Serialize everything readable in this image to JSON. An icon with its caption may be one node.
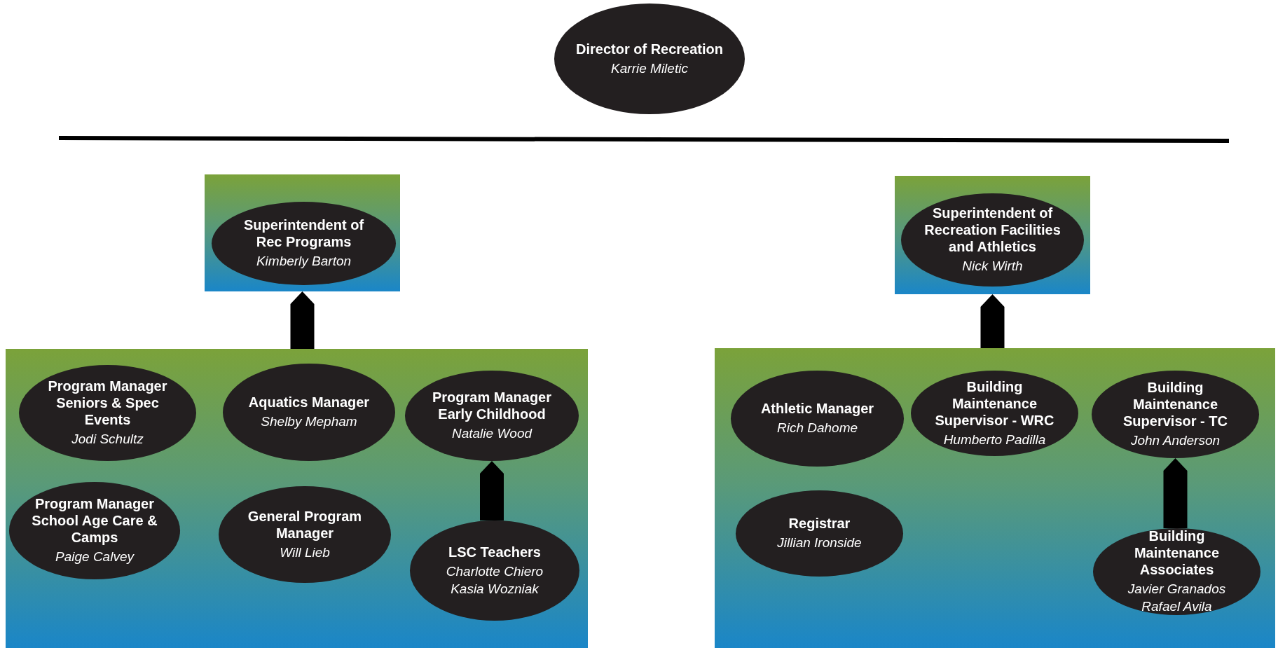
{
  "diagram": {
    "nodes": [
      {
        "text": [
          "Director of Recreation",
          "Karrie Miletic"
        ]
      },
      {
        "text": [],
        "shape": "box"
      },
      {
        "text": [
          "Superintendent of Rec Programs",
          "Kimberly Barton"
        ],
        "in": 1
      },
      {
        "text": [],
        "shape": "box"
      },
      {
        "text": [
          "Superintendent of Recreation Facilities and Athletics",
          "Nick Wirth"
        ],
        "in": 3
      },
      {
        "text": [],
        "shape": "box"
      },
      {
        "text": [
          "Program Manager Seniors & Spec Events",
          "Jodi Schultz"
        ],
        "in": 5
      },
      {
        "text": [
          "Aquatics Manager",
          "Shelby Mepham"
        ],
        "in": 5
      },
      {
        "text": [
          "Program Manager Early Childhood",
          "Natalie Wood"
        ],
        "in": 5
      },
      {
        "text": [
          "Program Manager School Age Care & Camps",
          "Paige Calvey"
        ],
        "in": 5
      },
      {
        "text": [
          "General Program Manager",
          "Will Lieb"
        ],
        "in": 5
      },
      {
        "text": [
          "LSC Teachers",
          "Charlotte Chiero",
          "Kasia Wozniak"
        ],
        "in": 5
      },
      {
        "text": [],
        "shape": "box"
      },
      {
        "text": [
          "Athletic Manager",
          "Rich Dahome"
        ],
        "in": 12
      },
      {
        "text": [
          "Building Maintenance Supervisor - WRC",
          "Humberto Padilla"
        ],
        "in": 12
      },
      {
        "text": [
          "Building Maintenance Supervisor - TC",
          "John Anderson"
        ],
        "in": 12
      },
      {
        "text": [
          "Registrar",
          "Jillian Ironside"
        ],
        "in": 12
      },
      {
        "text": [
          "Building Maintenance Associates",
          "Javier Granados",
          "Rafael Avila"
        ],
        "in": 12
      }
    ],
    "edges": [
      {
        "from": 5,
        "to": 1,
        "arrow": "to"
      },
      {
        "from": 12,
        "to": 3,
        "arrow": "to"
      },
      {
        "from": 11,
        "to": 8,
        "arrow": "to"
      },
      {
        "from": 17,
        "to": 15,
        "arrow": "to"
      }
    ]
  }
}
